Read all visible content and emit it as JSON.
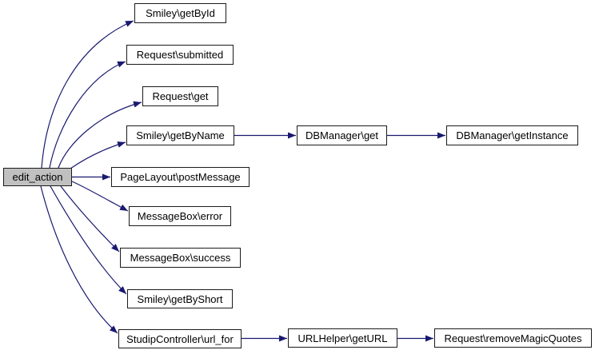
{
  "diagram": {
    "type": "call-graph",
    "root_id": "edit_action",
    "colors": {
      "edge": "#191970",
      "node_border": "#1a1a1a",
      "node_fill": "#ffffff",
      "root_fill": "#c0c0c0",
      "text": "#000000",
      "background": "#ffffff"
    },
    "nodes": [
      {
        "id": "edit_action",
        "label": "edit_action"
      },
      {
        "id": "smiley-getbyid",
        "label": "Smiley\\getById"
      },
      {
        "id": "request-submitted",
        "label": "Request\\submitted"
      },
      {
        "id": "request-get",
        "label": "Request\\get"
      },
      {
        "id": "smiley-getbyname",
        "label": "Smiley\\getByName"
      },
      {
        "id": "pagelayout-postmessage",
        "label": "PageLayout\\postMessage"
      },
      {
        "id": "messagebox-error",
        "label": "MessageBox\\error"
      },
      {
        "id": "messagebox-success",
        "label": "MessageBox\\success"
      },
      {
        "id": "smiley-getbyshort",
        "label": "Smiley\\getByShort"
      },
      {
        "id": "studipcontroller-url-for",
        "label": "StudipController\\url_for"
      },
      {
        "id": "dbmanager-get",
        "label": "DBManager\\get"
      },
      {
        "id": "dbmanager-getinstance",
        "label": "DBManager\\getInstance"
      },
      {
        "id": "urlhelper-geturl",
        "label": "URLHelper\\getURL"
      },
      {
        "id": "request-removemagicquotes",
        "label": "Request\\removeMagicQuotes"
      }
    ],
    "edges": [
      {
        "from": "edit_action",
        "to": "Smiley\\getById"
      },
      {
        "from": "edit_action",
        "to": "Request\\submitted"
      },
      {
        "from": "edit_action",
        "to": "Request\\get"
      },
      {
        "from": "edit_action",
        "to": "Smiley\\getByName"
      },
      {
        "from": "edit_action",
        "to": "PageLayout\\postMessage"
      },
      {
        "from": "edit_action",
        "to": "MessageBox\\error"
      },
      {
        "from": "edit_action",
        "to": "MessageBox\\success"
      },
      {
        "from": "edit_action",
        "to": "Smiley\\getByShort"
      },
      {
        "from": "edit_action",
        "to": "StudipController\\url_for"
      },
      {
        "from": "Smiley\\getByName",
        "to": "DBManager\\get"
      },
      {
        "from": "DBManager\\get",
        "to": "DBManager\\getInstance"
      },
      {
        "from": "StudipController\\url_for",
        "to": "URLHelper\\getURL"
      },
      {
        "from": "URLHelper\\getURL",
        "to": "Request\\removeMagicQuotes"
      }
    ]
  }
}
